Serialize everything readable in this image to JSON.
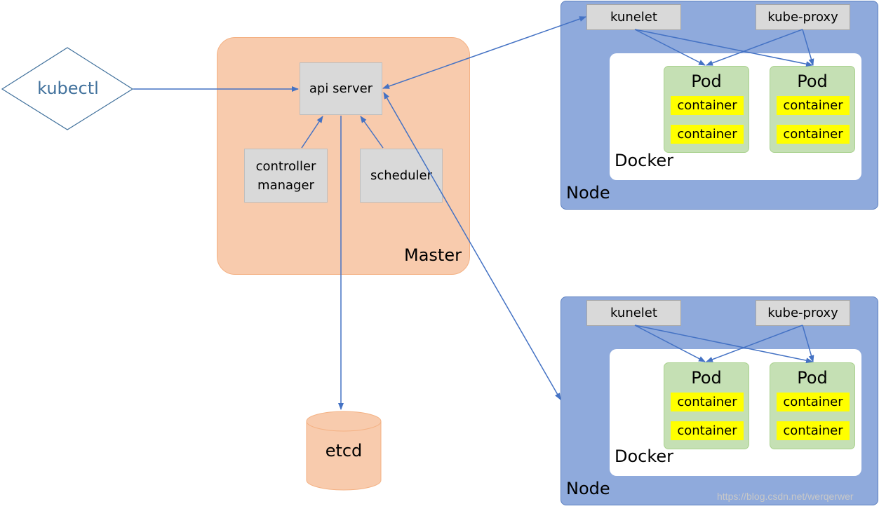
{
  "client": {
    "label": "kubectl"
  },
  "master": {
    "label": "Master",
    "api_server": "api server",
    "controller_manager": [
      "controller",
      "manager"
    ],
    "scheduler": "scheduler"
  },
  "store": {
    "label": "etcd"
  },
  "nodes": [
    {
      "label": "Node",
      "kunelet": "kunelet",
      "kube_proxy": "kube-proxy",
      "runtime": "Docker",
      "pods": [
        {
          "label": "Pod",
          "containers": [
            "container",
            "container"
          ]
        },
        {
          "label": "Pod",
          "containers": [
            "container",
            "container"
          ]
        }
      ]
    },
    {
      "label": "Node",
      "kunelet": "kunelet",
      "kube_proxy": "kube-proxy",
      "runtime": "Docker",
      "pods": [
        {
          "label": "Pod",
          "containers": [
            "container",
            "container"
          ]
        },
        {
          "label": "Pod",
          "containers": [
            "container",
            "container"
          ]
        }
      ]
    }
  ],
  "watermark": "https://blog.csdn.net/werqerwer",
  "colors": {
    "arrow": "#4472c4",
    "master_fill": "#f8cbad",
    "node_fill": "#8faadc",
    "pod_fill": "#c5e0b4",
    "container_fill": "#ffff00",
    "kubectl_text": "#41719c"
  }
}
